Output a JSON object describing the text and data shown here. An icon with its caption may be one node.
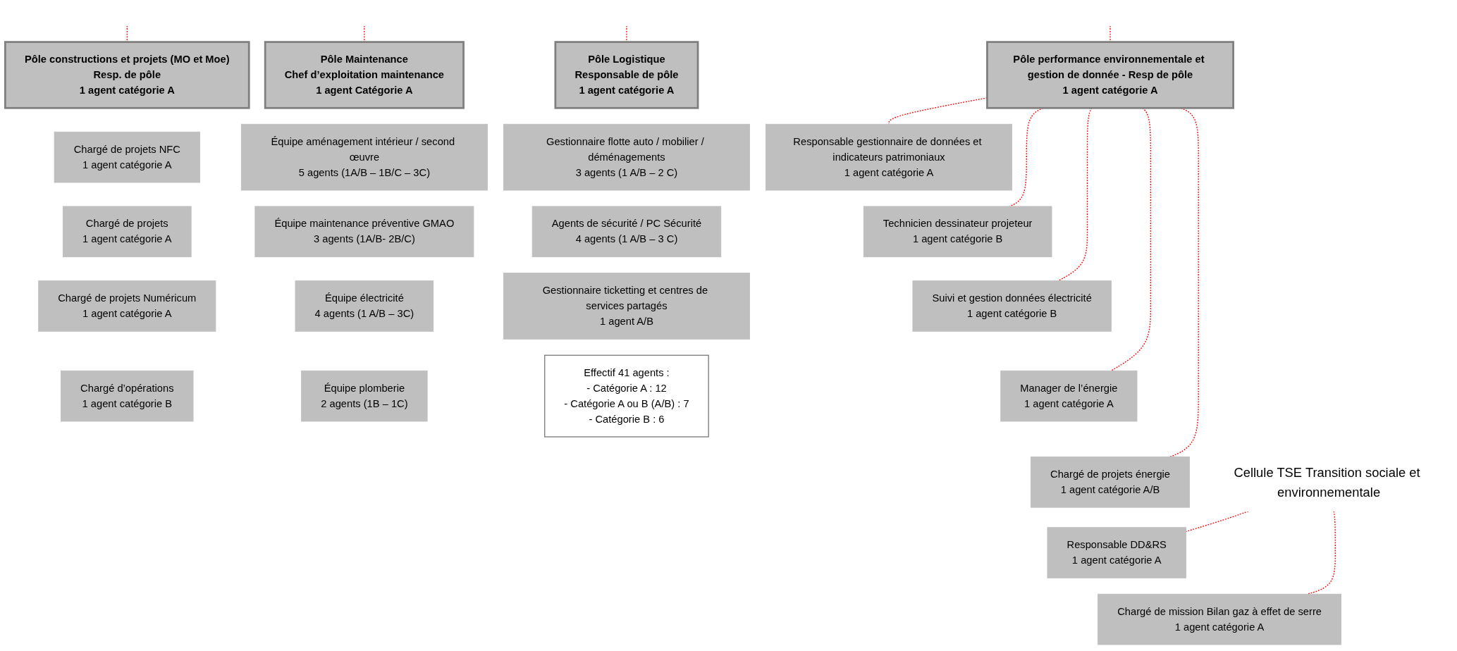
{
  "diagram": {
    "nodes": [
      {
        "text": [
          "Pôle constructions et projets (MO et Moe)",
          "Resp. de pôle",
          "1 agent catégorie A"
        ]
      },
      {
        "text": [
          "Chargé de projets NFC",
          "1 agent catégorie A"
        ]
      },
      {
        "text": [
          "Chargé de projets",
          "1 agent catégorie A"
        ]
      },
      {
        "text": [
          "Chargé de projets Numéricum",
          "1 agent catégorie A"
        ]
      },
      {
        "text": [
          "Chargé d’opérations",
          "1 agent catégorie B"
        ]
      },
      {
        "text": [
          "Pôle performance environnementale et gestion de donnée - Resp de pôle",
          "1 agent catégorie A"
        ]
      },
      {
        "text": [
          "Responsable gestionnaire de données et indicateurs patrimoniaux",
          "1 agent catégorie A"
        ]
      },
      {
        "text": [
          "Technicien dessinateur projeteur",
          "1 agent catégorie B"
        ]
      },
      {
        "text": [
          "Suivi et gestion données électricité",
          "1 agent catégorie B"
        ]
      },
      {
        "text": [
          "Manager de l’énergie",
          "1 agent catégorie A"
        ]
      },
      {
        "text": [
          "Chargé de projets énergie",
          "1 agent catégorie A/B"
        ]
      },
      {
        "text": [
          "Cellule TSE Transition sociale et environnementale"
        ]
      },
      {
        "text": [
          "Responsable DD&RS",
          "1 agent catégorie A"
        ]
      },
      {
        "text": [
          "Chargé de mission Bilan gaz à effet de serre",
          "1 agent catégorie A"
        ]
      },
      {
        "text": [
          "Pôle Maintenance",
          "Chef d’exploitation maintenance",
          "1 agent Catégorie A"
        ]
      },
      {
        "text": [
          "Équipe aménagement intérieur / second œuvre",
          "5 agents (1A/B – 1B/C – 3C)"
        ]
      },
      {
        "text": [
          "Équipe maintenance préventive GMAO",
          "3 agents (1A/B- 2B/C)"
        ]
      },
      {
        "text": [
          "Équipe électricité",
          "4 agents (1 A/B – 3C)"
        ]
      },
      {
        "text": [
          "Équipe plomberie",
          "2 agents (1B – 1C)"
        ]
      },
      {
        "text": [
          "Pôle Logistique",
          "Responsable de pôle",
          "1 agent catégorie A"
        ]
      },
      {
        "text": [
          "Gestionnaire flotte auto / mobilier / déménagements",
          "3 agents (1 A/B – 2 C)"
        ]
      },
      {
        "text": [
          "Agents de sécurité / PC Sécurité",
          "4 agents (1 A/B – 3 C)"
        ]
      },
      {
        "text": [
          "Gestionnaire ticketting et centres de services partagés",
          "1 agent A/B"
        ]
      },
      {
        "text": [
          "Effectif 41 agents :",
          "- Catégorie A : 12",
          "- Catégorie A ou B (A/B) : 7",
          "- Catégorie B : 6"
        ]
      }
    ],
    "edges": [
      {
        "from": null,
        "to": 0,
        "arrow": "none",
        "style": "dashed",
        "color": "#ff0000"
      },
      {
        "from": null,
        "to": 5,
        "arrow": "none",
        "style": "dashed",
        "color": "#ff0000"
      },
      {
        "from": null,
        "to": 14,
        "arrow": "none",
        "style": "dashed",
        "color": "#ff0000"
      },
      {
        "from": null,
        "to": 19,
        "arrow": "none",
        "style": "dashed",
        "color": "#ff0000"
      },
      {
        "from": 5,
        "to": 6,
        "arrow": "none",
        "style": "dashed",
        "color": "#ff0000"
      },
      {
        "from": 5,
        "to": 7,
        "arrow": "none",
        "style": "dashed",
        "color": "#ff0000"
      },
      {
        "from": 5,
        "to": 8,
        "arrow": "none",
        "style": "dashed",
        "color": "#ff0000"
      },
      {
        "from": 5,
        "to": 9,
        "arrow": "none",
        "style": "dashed",
        "color": "#ff0000"
      },
      {
        "from": 5,
        "to": 10,
        "arrow": "none",
        "style": "dashed",
        "color": "#ff0000"
      },
      {
        "from": 11,
        "to": 12,
        "arrow": "none",
        "style": "dashed",
        "color": "#ff0000"
      },
      {
        "from": 11,
        "to": 13,
        "arrow": "none",
        "style": "dashed",
        "color": "#ff0000"
      }
    ]
  }
}
